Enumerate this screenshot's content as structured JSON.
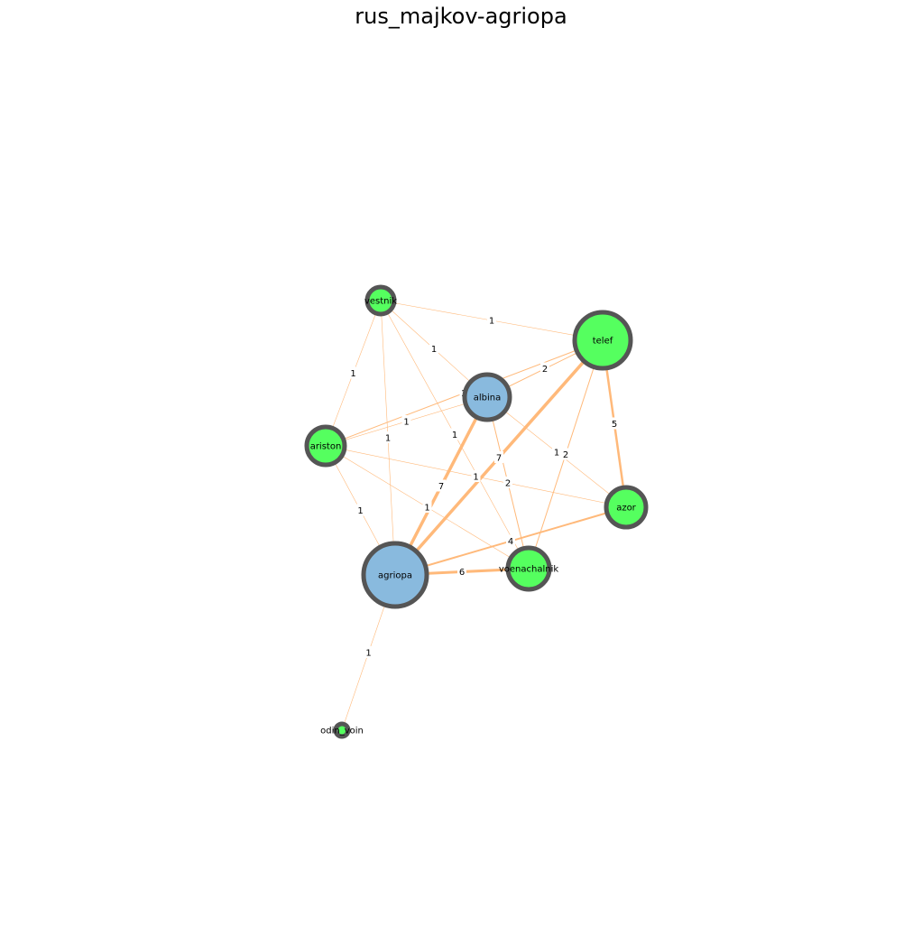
{
  "title": "rus_majkov-agriopa",
  "colors": {
    "edge": "#ffb97a",
    "node_outline": "#555555",
    "node_green": "#55ff5f",
    "node_blue": "#89bade"
  },
  "nodes": [
    {
      "id": "vestnik",
      "label": "vestnik",
      "color": "#55ff5f"
    },
    {
      "id": "telef",
      "label": "telef",
      "color": "#55ff5f"
    },
    {
      "id": "albina",
      "label": "albina",
      "color": "#89bade"
    },
    {
      "id": "ariston",
      "label": "ariston",
      "color": "#55ff5f"
    },
    {
      "id": "azor",
      "label": "azor",
      "color": "#55ff5f"
    },
    {
      "id": "agriopa",
      "label": "agriopa",
      "color": "#89bade"
    },
    {
      "id": "voenachalnik",
      "label": "voenachalnik",
      "color": "#55ff5f"
    },
    {
      "id": "odin_voin",
      "label": "odin_voin",
      "color": "#55ff5f"
    }
  ],
  "edges": [
    {
      "source": "vestnik",
      "target": "telef",
      "weight": "1"
    },
    {
      "source": "vestnik",
      "target": "albina",
      "weight": "1"
    },
    {
      "source": "vestnik",
      "target": "ariston",
      "weight": "1"
    },
    {
      "source": "vestnik",
      "target": "agriopa",
      "weight": "1"
    },
    {
      "source": "vestnik",
      "target": "voenachalnik",
      "weight": "1"
    },
    {
      "source": "telef",
      "target": "albina",
      "weight": "2"
    },
    {
      "source": "telef",
      "target": "ariston",
      "weight": "2"
    },
    {
      "source": "telef",
      "target": "azor",
      "weight": "5"
    },
    {
      "source": "telef",
      "target": "agriopa",
      "weight": "7"
    },
    {
      "source": "telef",
      "target": "voenachalnik",
      "weight": "2"
    },
    {
      "source": "albina",
      "target": "ariston",
      "weight": "1"
    },
    {
      "source": "albina",
      "target": "azor",
      "weight": "1"
    },
    {
      "source": "albina",
      "target": "agriopa",
      "weight": "7"
    },
    {
      "source": "albina",
      "target": "voenachalnik",
      "weight": "2"
    },
    {
      "source": "ariston",
      "target": "azor",
      "weight": "1"
    },
    {
      "source": "ariston",
      "target": "agriopa",
      "weight": "1"
    },
    {
      "source": "ariston",
      "target": "voenachalnik",
      "weight": "1"
    },
    {
      "source": "azor",
      "target": "agriopa",
      "weight": "4"
    },
    {
      "source": "agriopa",
      "target": "voenachalnik",
      "weight": "6"
    },
    {
      "source": "agriopa",
      "target": "odin_voin",
      "weight": "1"
    }
  ]
}
